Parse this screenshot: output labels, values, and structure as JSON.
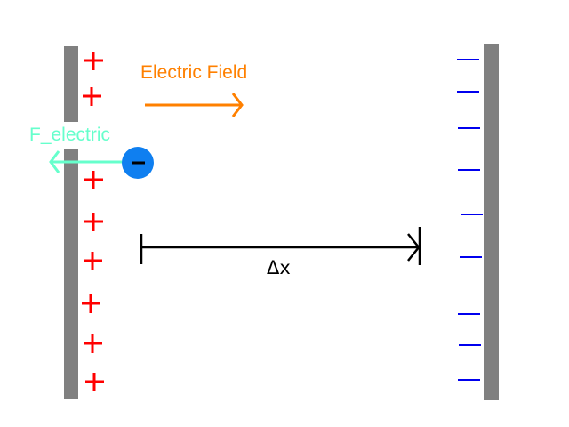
{
  "labels": {
    "electric_field": "Electric Field",
    "force": "F_electric",
    "displacement": "Δx"
  },
  "charge": {
    "sign": "negative",
    "symbol": "−"
  },
  "left_plate": {
    "charge_sign": "+",
    "charge_count": 8
  },
  "right_plate": {
    "charge_sign": "−",
    "charge_count": 9
  },
  "colors": {
    "plate": "#808080",
    "positive": "#ff0000",
    "negative": "#0000ee",
    "field": "#ff8000",
    "force": "#66ffcc",
    "particle": "#0f7ff0",
    "displacement": "#000000"
  }
}
